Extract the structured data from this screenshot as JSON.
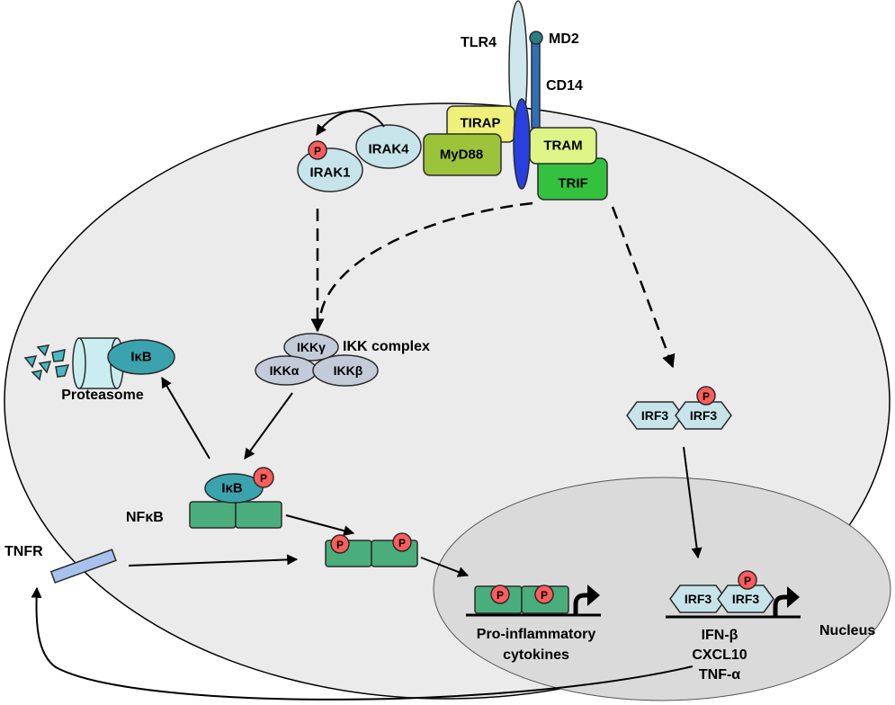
{
  "receptor": {
    "tlr4": "TLR4",
    "md2": "MD2",
    "cd14": "CD14"
  },
  "adaptors": {
    "tirap": "TIRAP",
    "myd88": "MyD88",
    "tram": "TRAM",
    "trif": "TRIF"
  },
  "kinases": {
    "irak4": "IRAK4",
    "irak1": "IRAK1"
  },
  "ikk": {
    "gamma": "IKKγ",
    "alpha": "IKKα",
    "beta": "IKKβ",
    "label": "IKK complex"
  },
  "proteasome": {
    "ikb": "IκB",
    "label": "Proteasome"
  },
  "nfkb": {
    "ikb": "IκB",
    "label": "NFκB"
  },
  "phospho": "P",
  "irf3": "IRF3",
  "tnfr": "TNFR",
  "nucleus": {
    "label": "Nucleus",
    "proinflammatory": [
      "Pro-inflammatory",
      "cytokines"
    ],
    "irf3_targets": [
      "IFN-β",
      "CXCL10",
      "TNF-α"
    ]
  },
  "colors": {
    "cell": "#ebebeb",
    "nucleus": "#dadada",
    "tlr4": "#cfe7ec",
    "tlr4_tir": "#2a3fe0",
    "md2": "#2a7d86",
    "cd14": "#2f6fb8",
    "tirap": "#eef07a",
    "myd88": "#9cc43a",
    "tram": "#dcf586",
    "trif": "#34c23e",
    "irak": "#c6e4ea",
    "ikk": "#c3cbd8",
    "ikb": "#3ba3ae",
    "nfkb": "#4aae7c",
    "phospho": "#ff5c5c",
    "irf3": "#c6e4ea",
    "proteasome": "#caeef0",
    "fragment": "#48b8c4",
    "tnfr": "#a8c2ee"
  }
}
